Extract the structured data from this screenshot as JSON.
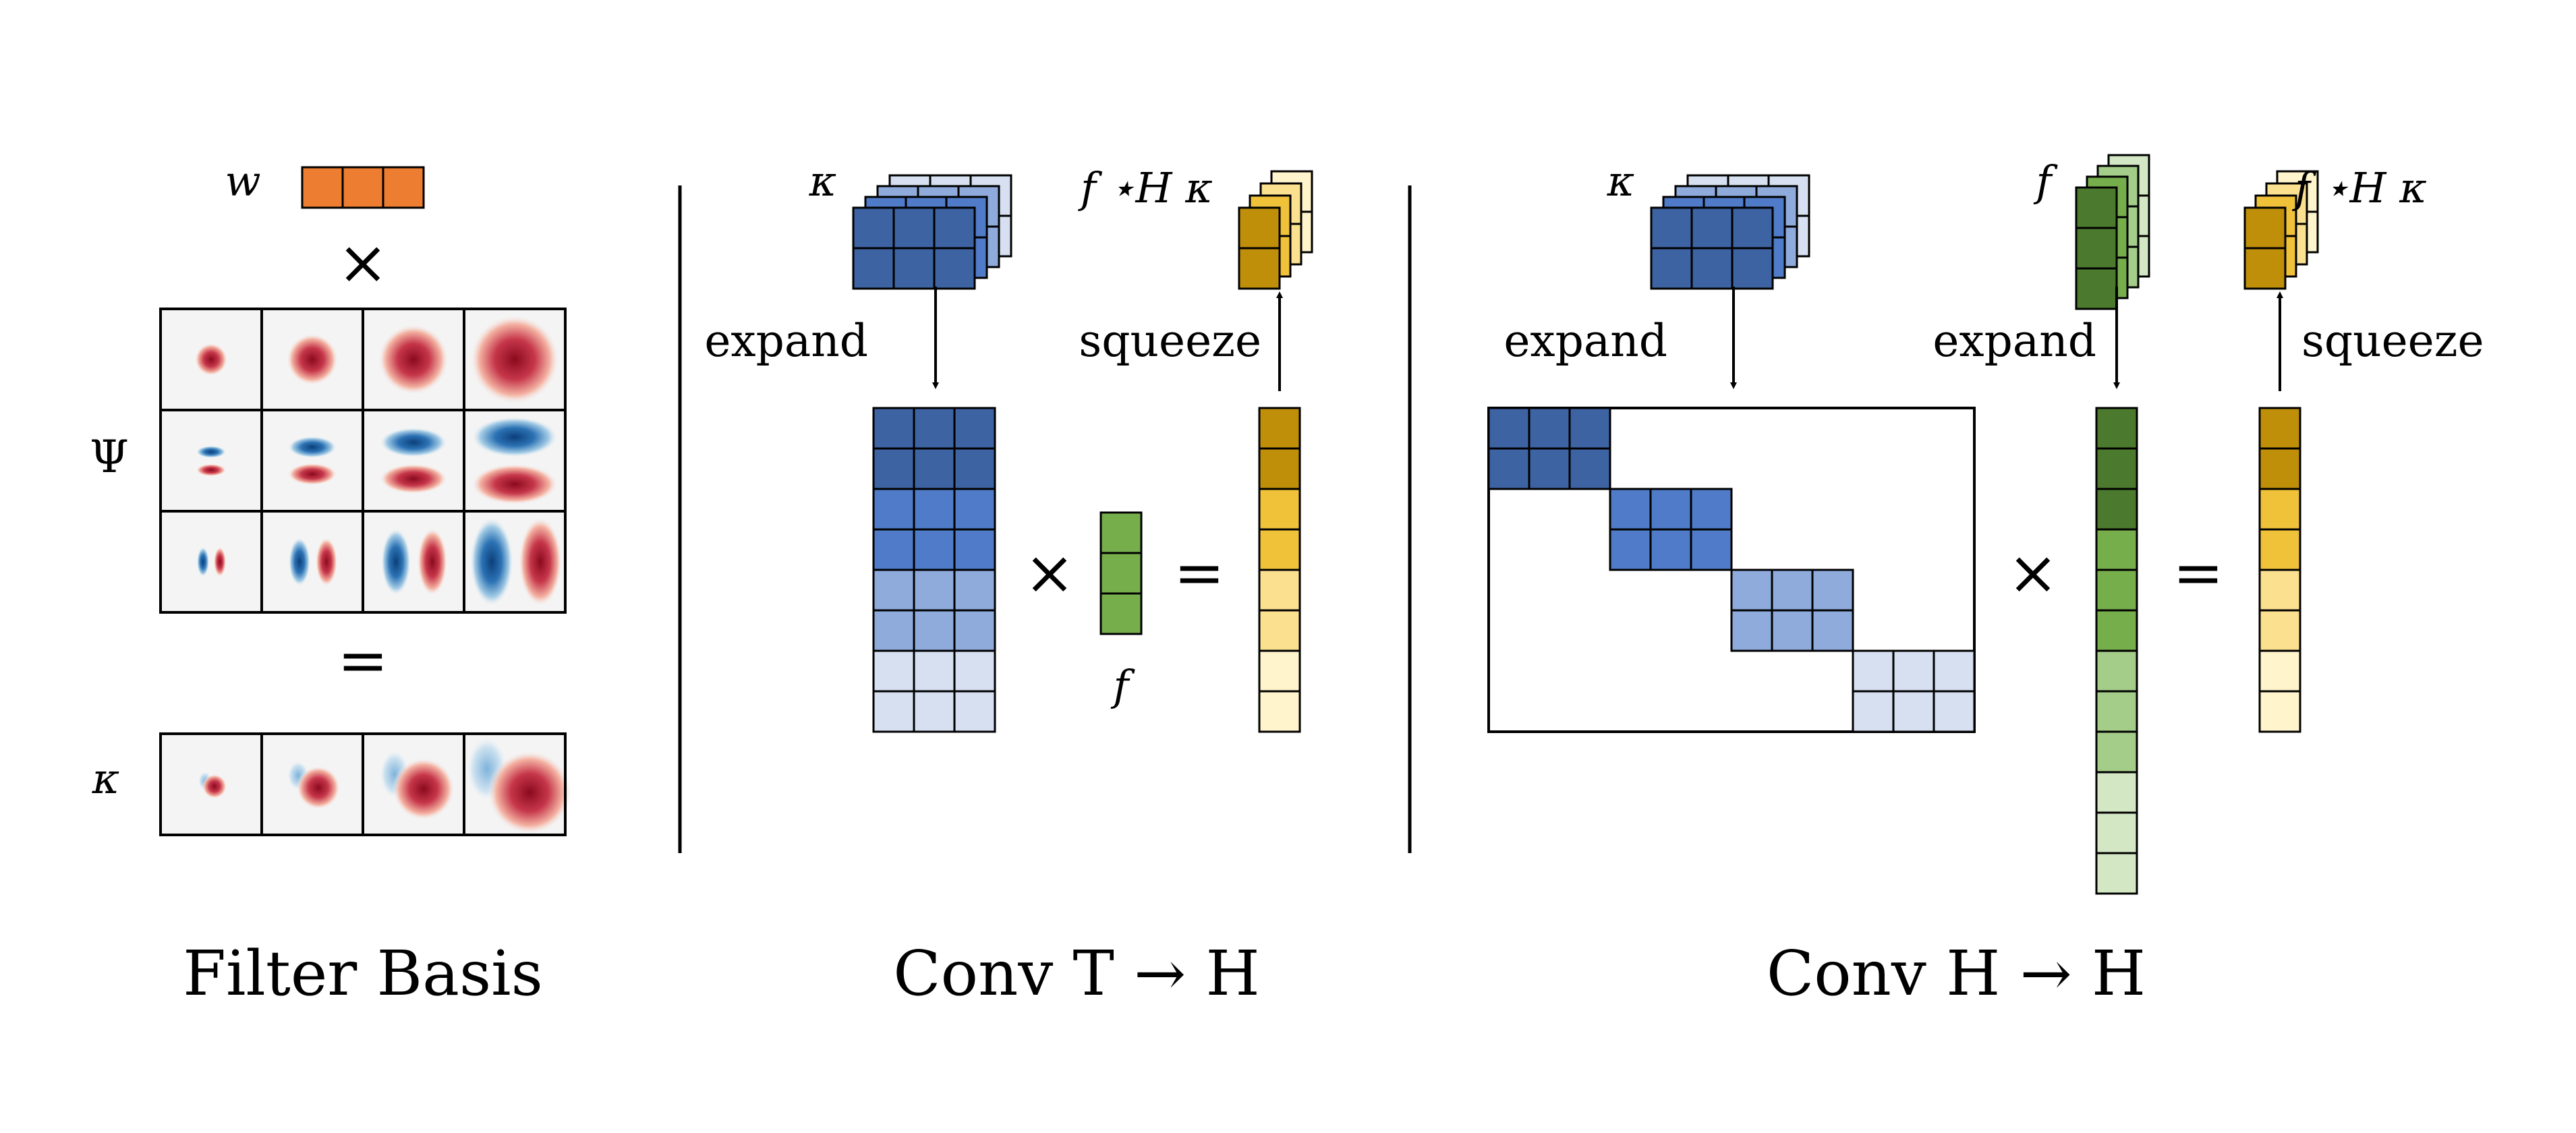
{
  "palette": {
    "orange": "#ED7D31",
    "blue": [
      "#3E63A3",
      "#4F7BC8",
      "#8FABDC",
      "#D6E0F1"
    ],
    "green": [
      "#4B7A2E",
      "#76AE4C",
      "#A5CD8A",
      "#D3E7C5"
    ],
    "gold": [
      "#BF8F0A",
      "#F0C23A",
      "#FBE08F",
      "#FFF4CC"
    ],
    "red": "#B2182B",
    "deep_blue": "#2166AC",
    "cell_bg": "#F4F4F4",
    "outline": "#000000"
  },
  "panel_filter_basis": {
    "weights_label": "w",
    "times": "×",
    "basis_label": "Ψ",
    "equals": "=",
    "kernel_label": "κ",
    "caption": "Filter Basis",
    "basis_rows": [
      "radial",
      "horizontal-dipole",
      "vertical-dipole"
    ],
    "basis_cols": 4
  },
  "panel_conv_t_h": {
    "kernel_label": "κ",
    "output_label": "f ⋆H κ",
    "expand": "expand",
    "squeeze": "squeeze",
    "times": "×",
    "equals": "=",
    "input_label": "f",
    "caption": "Conv T → H"
  },
  "panel_conv_h_h": {
    "kernel_label": "κ",
    "input_label": "f",
    "output_label": "f ⋆H κ",
    "expand_kernel": "expand",
    "expand_input": "expand",
    "squeeze": "squeeze",
    "times": "×",
    "equals": "=",
    "caption": "Conv H → H"
  }
}
